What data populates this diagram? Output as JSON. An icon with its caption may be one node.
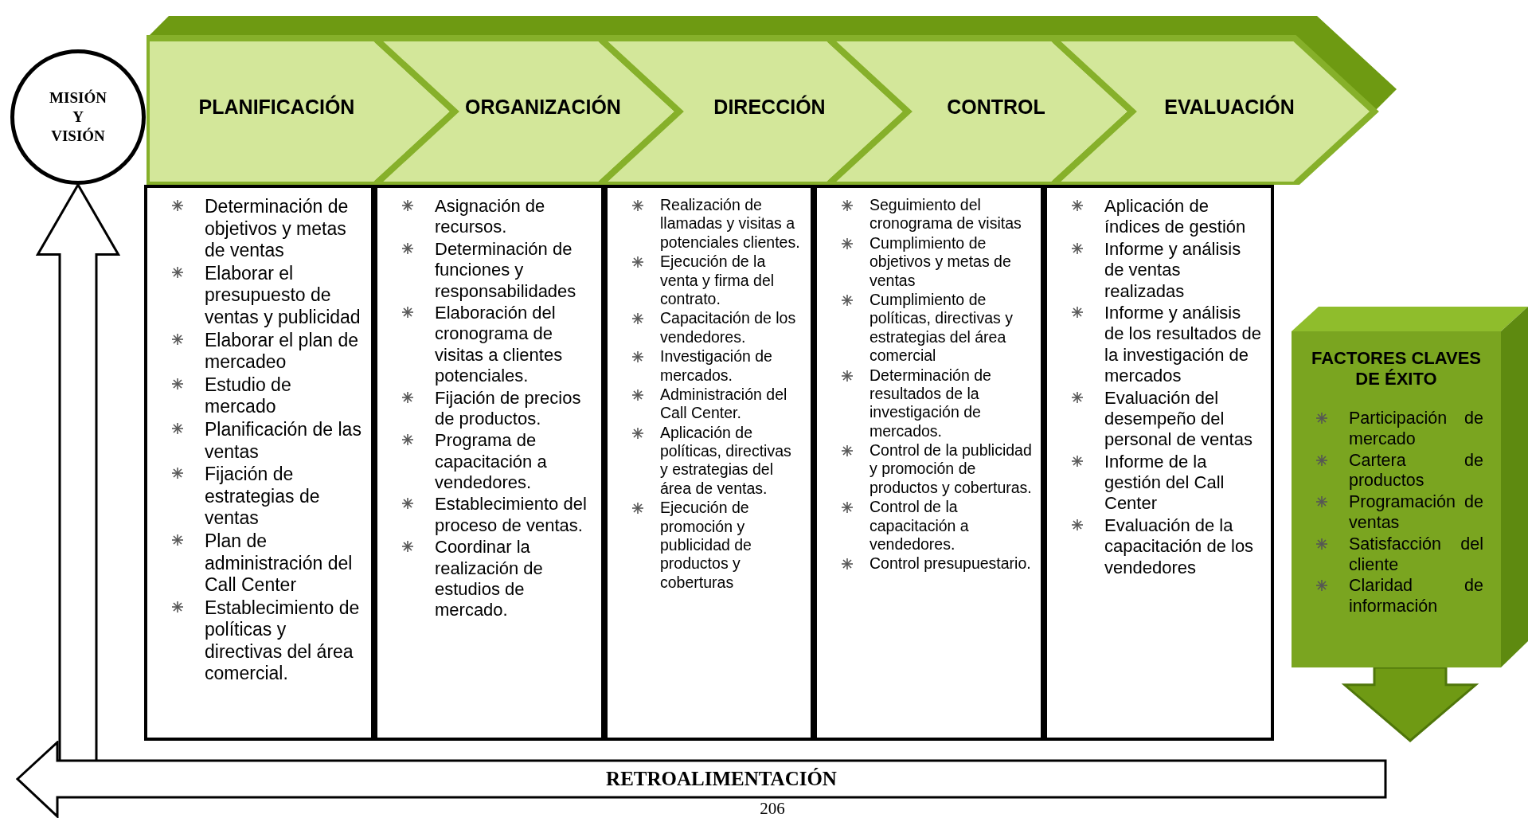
{
  "diagram": {
    "nodes": [
      {
        "text": [
          "MISIÓN Y VISIÓN"
        ]
      },
      {
        "text": [
          "PLANIFICACIÓN"
        ]
      },
      {
        "text": [
          "ORGANIZACIÓN"
        ]
      },
      {
        "text": [
          "DIRECCIÓN"
        ]
      },
      {
        "text": [
          "CONTROL"
        ]
      },
      {
        "text": [
          "EVALUACIÓN"
        ]
      },
      {
        "text": [
          "Determinación de objetivos y metas de ventas",
          "Elaborar el presupuesto de ventas y publicidad",
          "Elaborar el plan de mercadeo",
          "Estudio de mercado",
          "Planificación de las ventas",
          "Fijación de estrategias de ventas",
          "Plan de administración del Call Center",
          "Establecimiento de políticas y directivas del área comercial."
        ]
      },
      {
        "text": [
          "Asignación de recursos.",
          "Determinación de funciones y responsabilidades",
          "Elaboración del cronograma de visitas a clientes potenciales.",
          "Fijación de precios de productos.",
          "Programa de capacitación a vendedores.",
          "Establecimiento del proceso de ventas.",
          "Coordinar la realización de estudios de mercado."
        ]
      },
      {
        "text": [
          "Realización de llamadas y visitas a potenciales clientes.",
          "Ejecución de la venta y firma del contrato.",
          "Capacitación de los vendedores.",
          "Investigación de mercados.",
          "Administración del Call Center.",
          "Aplicación de políticas, directivas y estrategias del área de ventas.",
          "Ejecución de promoción y publicidad de productos y coberturas"
        ]
      },
      {
        "text": [
          "Seguimiento del cronograma de visitas",
          "Cumplimiento de objetivos y metas de ventas",
          "Cumplimiento de políticas, directivas y estrategias del área comercial",
          "Determinación de resultados de la investigación de mercados.",
          "Control de la publicidad y promoción de productos y coberturas.",
          "Control de la capacitación a vendedores.",
          "Control presupuestario."
        ]
      },
      {
        "text": [
          "Aplicación de índices de gestión",
          "Informe y análisis de ventas realizadas",
          "Informe y análisis de los resultados de la investigación de mercados",
          "Evaluación del desempeño del personal de ventas",
          "Informe de la gestión del Call Center",
          "Evaluación de la capacitación de los vendedores"
        ]
      },
      {
        "text": [
          "FACTORES CLAVES DE ÉXITO",
          "Participación de mercado",
          "Cartera de productos",
          "Programación de ventas",
          "Satisfacción del cliente",
          "Claridad de información"
        ]
      },
      {
        "text": [
          "RETROALIMENTACIÓN"
        ]
      }
    ],
    "edges": [
      {
        "from": 12,
        "to": 0,
        "arrow": "to"
      },
      {
        "from": 11,
        "to": null,
        "arrow": "to",
        "color": "#6f9a14"
      }
    ],
    "labels": [
      "206"
    ]
  }
}
